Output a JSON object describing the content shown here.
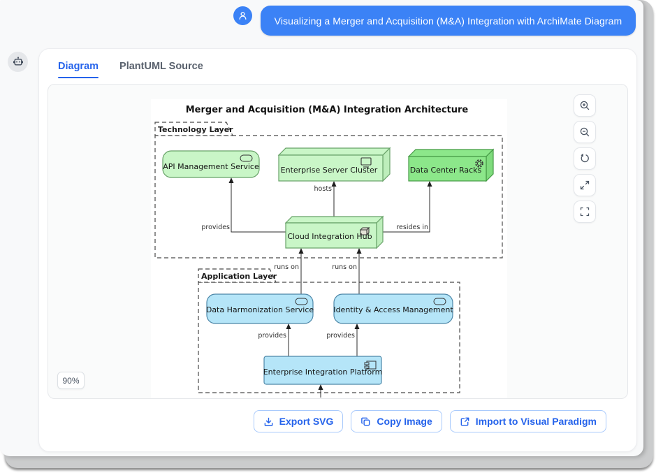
{
  "header": {
    "title": "Visualizing a Merger and Acquisition (M&A) Integration with ArchiMate Diagram"
  },
  "tabs": {
    "diagram": "Diagram",
    "source": "PlantUML Source"
  },
  "viewer": {
    "zoom_level": "90%",
    "controls": [
      "zoom-in",
      "zoom-out",
      "reset-view",
      "expand",
      "fullscreen"
    ]
  },
  "actions": {
    "export_svg": "Export SVG",
    "copy_image": "Copy Image",
    "import_vp": "Import to Visual Paradigm"
  },
  "icons": {
    "avatar": "user-icon",
    "bot": "robot-icon",
    "export": "download-icon",
    "copy": "copy-icon",
    "import": "external-link-icon",
    "service_badge": "lozenge-icon",
    "node_badges": [
      "display-icon",
      "gear-icon",
      "cube-icon",
      "component-icon"
    ]
  },
  "colors": {
    "accent_blue": "#3b82f6",
    "tab_active_blue": "#2563eb",
    "tech_green_fill": "#c9f6c7",
    "tech_green_strong_fill": "#8ce78a",
    "app_blue_fill": "#b5e5f8",
    "backdrop_gray": "#cbcccd"
  },
  "diagram": {
    "title": "Merger and Acquisition (M&A) Integration Architecture",
    "layers": {
      "technology": "Technology Layer",
      "application": "Application Layer"
    },
    "nodes": {
      "api_service": {
        "label": "API Management Service",
        "type": "technology-service",
        "layer": "technology"
      },
      "server_cluster": {
        "label": "Enterprise Server Cluster",
        "type": "node",
        "layer": "technology"
      },
      "data_center": {
        "label": "Data Center Racks",
        "type": "node",
        "layer": "technology"
      },
      "cloud_hub": {
        "label": "Cloud Integration Hub",
        "type": "node",
        "layer": "technology"
      },
      "harmonization": {
        "label": "Data Harmonization Service",
        "type": "application-service",
        "layer": "application"
      },
      "iam": {
        "label": "Identity & Access Management",
        "type": "application-service",
        "layer": "application"
      },
      "platform": {
        "label": "Enterprise Integration Platform",
        "type": "application-component",
        "layer": "application"
      }
    },
    "edges": {
      "hosts": "hosts",
      "provides_tech": "provides",
      "resides_in": "resides in",
      "runs_on_1": "runs on",
      "runs_on_2": "runs on",
      "provides_app_1": "provides",
      "provides_app_2": "provides"
    }
  }
}
